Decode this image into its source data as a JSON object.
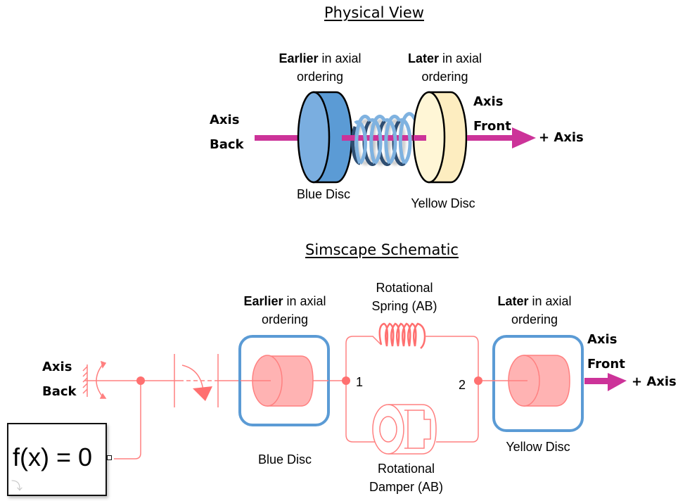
{
  "physical_view": {
    "title": "Physical View",
    "earlier": {
      "bold": "Earlier",
      "rest": " in axial",
      "line2": "ordering"
    },
    "later": {
      "bold": "Later",
      "rest": " in axial",
      "line2": "ordering"
    },
    "axis_back": [
      "Axis",
      "Back"
    ],
    "axis_front": [
      "Axis",
      "Front"
    ],
    "plus_axis": "+ Axis",
    "blue_disc": "Blue Disc",
    "yellow_disc": "Yellow Disc"
  },
  "schematic": {
    "title": "Simscape Schematic",
    "earlier": {
      "bold": "Earlier",
      "rest": " in axial",
      "line2": "ordering"
    },
    "later": {
      "bold": "Later",
      "rest": " in axial",
      "line2": "ordering"
    },
    "spring_label": [
      "Rotational",
      "Spring (AB)"
    ],
    "damper_label": [
      "Rotational",
      "Damper (AB)"
    ],
    "port_1": "1",
    "port_2": "2",
    "axis_back": [
      "Axis",
      "Back"
    ],
    "axis_front": [
      "Axis",
      "Front"
    ],
    "plus_axis": "+ Axis",
    "blue_disc": "Blue Disc",
    "yellow_disc": "Yellow Disc",
    "solver_block": "f(x) = 0"
  },
  "colors": {
    "axis_arrow": "#cc3399",
    "blue_disc_face": "#7aaee0",
    "blue_disc_side": "#5b9bd5",
    "yellow_disc_face": "#fff6d6",
    "yellow_disc_side": "#fdedc0",
    "spring_light": "#7fb2e0",
    "spring_dark": "#2e4e72",
    "schematic_line": "#ff8080",
    "schematic_fill": "#ffb3b3",
    "block_border": "#5b9bd5"
  }
}
